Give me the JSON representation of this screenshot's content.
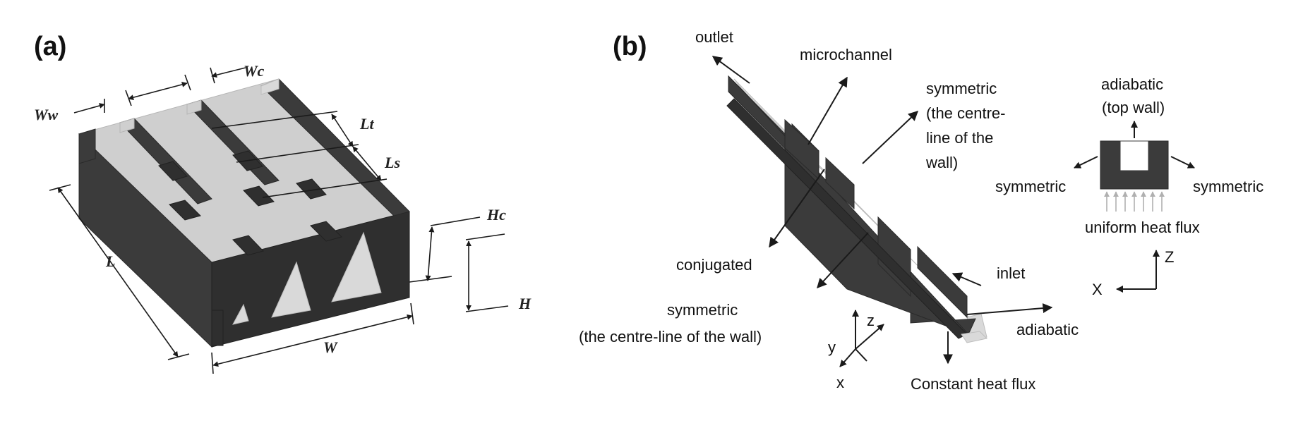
{
  "panel_a": {
    "label": "(a)",
    "dims": {
      "ww": "Ww",
      "wc": "Wc",
      "lt": "Lt",
      "ls": "Ls",
      "hc": "Hc",
      "h": "H",
      "l": "L",
      "w": "W"
    }
  },
  "panel_b": {
    "label": "(b)",
    "annotations": {
      "outlet": "outlet",
      "microchannel": "microchannel",
      "symmetric_wall_1": "symmetric",
      "symmetric_wall_2": "(the centre-",
      "symmetric_wall_3": "line of the",
      "symmetric_wall_4": "wall)",
      "conjugated": "conjugated",
      "inlet": "inlet",
      "symmetric_bottom_1": "symmetric",
      "symmetric_bottom_2": "(the centre-line of the wall)",
      "adiabatic_right": "adiabatic",
      "constant_heat_flux": "Constant heat flux"
    },
    "axes_main": {
      "x": "x",
      "y": "y",
      "z": "z"
    },
    "cross_section": {
      "top_1": "adiabatic",
      "top_2": "(top wall)",
      "left": "symmetric",
      "right": "symmetric",
      "bottom": "uniform heat flux",
      "axis_x": "X",
      "axis_z": "Z"
    }
  }
}
